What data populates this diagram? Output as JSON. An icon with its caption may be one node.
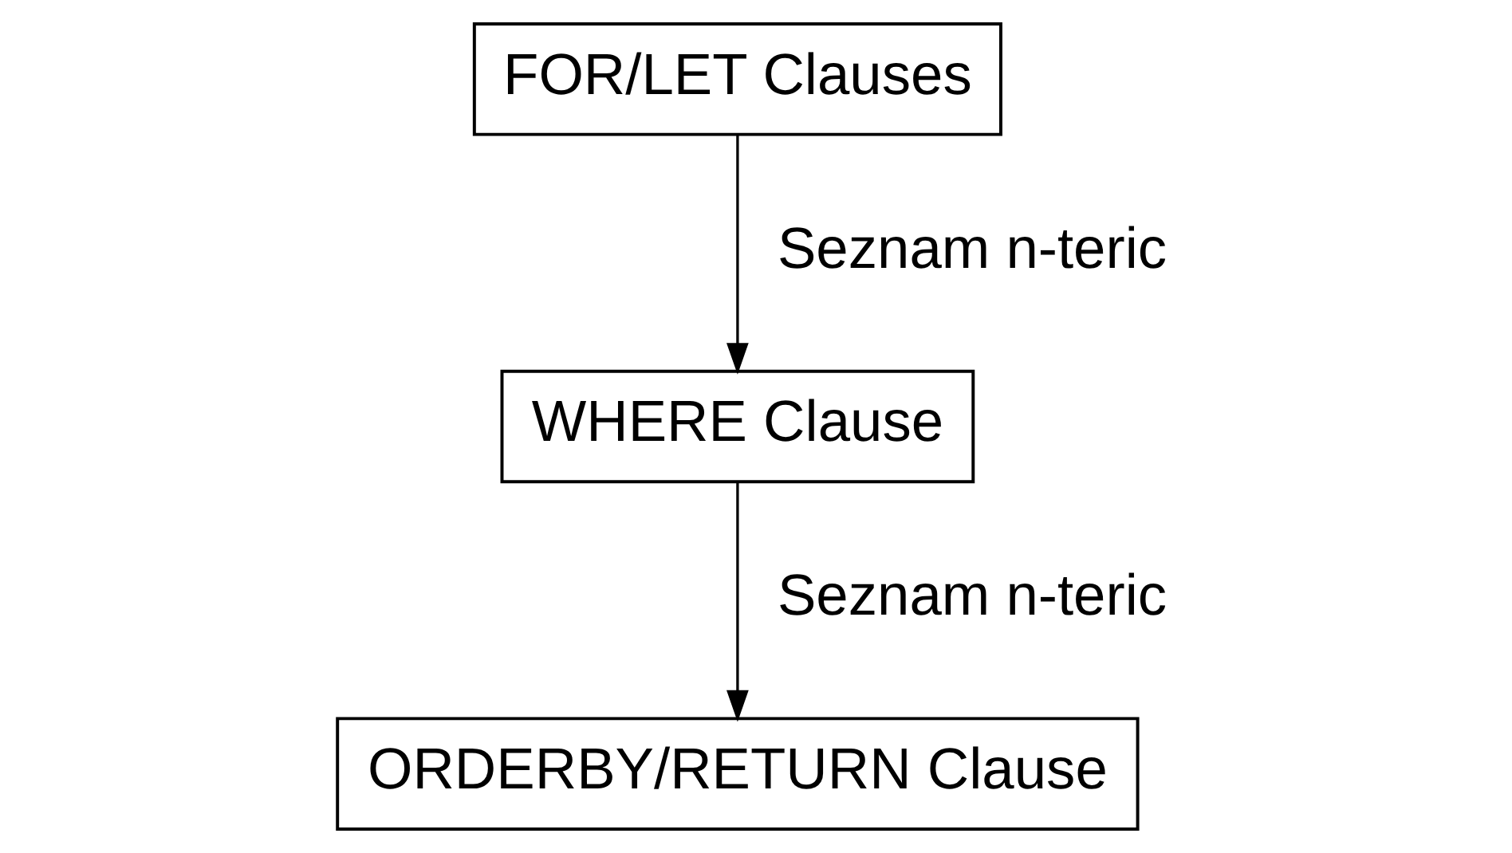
{
  "diagram": {
    "nodes": [
      {
        "text": [
          "FOR/LET Clauses"
        ]
      },
      {
        "text": [
          "WHERE Clause"
        ]
      },
      {
        "text": [
          "ORDERBY/RETURN Clause"
        ]
      }
    ],
    "edges": [
      {
        "from": 0,
        "to": 1,
        "arrow": "to",
        "label": "Seznam n-teric"
      },
      {
        "from": 1,
        "to": 2,
        "arrow": "to",
        "label": "Seznam n-teric"
      }
    ]
  }
}
